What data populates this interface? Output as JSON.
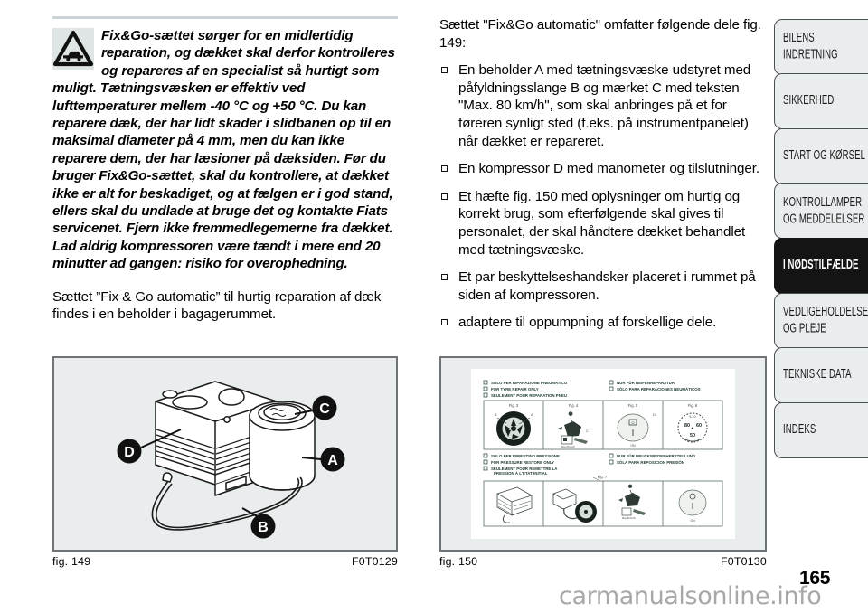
{
  "document": {
    "page_number": "165",
    "watermark": "carmanualsonline.info"
  },
  "left_column": {
    "warning": {
      "icon": "warning-triangle-vehicle-icon",
      "text": "Fix&Go-sættet sørger for en midlertidig reparation, og dækket skal derfor kontrolleres og repareres af en specialist så hurtigt som muligt. Tætningsvæsken er effektiv ved lufttemperaturer mellem -40 °C og +50 °C. Du kan reparere dæk, der har lidt skader i slidbanen op til en maksimal diameter på 4 mm, men du kan ikke reparere dem, der har læsioner på dæksiden. Før du bruger Fix&Go-sættet, skal du kontrollere, at dækket ikke er alt for beskadiget, og at fælgen er i god stand, ellers skal du undlade at bruge det og kontakte Fiats servicenet. Fjern ikke fremmedlegemerne fra dækket. Lad aldrig kompressoren være tændt i mere end 20 minutter ad gangen: risiko for overophedning."
    },
    "paragraph": "Sættet ”Fix & Go automatic” til hurtig reparation af dæk findes i en beholder i bagagerummet.",
    "figure": {
      "caption": "fig. 149",
      "code": "F0T0129",
      "callouts": [
        "A",
        "B",
        "C",
        "D"
      ]
    }
  },
  "right_column": {
    "intro": "Sættet \"Fix&Go automatic\" omfatter følgende dele fig. 149:",
    "bullets": [
      "En beholder A med tætningsvæske udstyret med påfyldningsslange B og mærket C med teksten \"Max. 80 km/h\", som skal anbringes på et for føreren synligt sted (f.eks. på instrumentpanelet) når dækket er repareret.",
      "En kompressor D med manometer og tilslutninger.",
      "Et hæfte fig. 150 med oplysninger om hurtig og korrekt brug, som efterfølgende skal gives til personalet, der skal håndtere dækket behandlet med tætningsvæske.",
      "Et par beskyttelseshandsker placeret i rummet på siden af kompressoren.",
      "adaptere til oppumpning af forskellige dele."
    ],
    "figure": {
      "caption": "fig. 150",
      "code": "F0T0130",
      "leaflet": {
        "top_headings_left": [
          "SOLO PER RIPARAZIONE PNEUMATICO",
          "FOR TYRE REPAIR ONLY",
          "SEULEMENT POUR REPARATION PNEU"
        ],
        "top_headings_right": [
          "NUR FÜR REIFENREPARATUR",
          "SÓLO PARA REPARACIONES NEUMÁTICOS"
        ],
        "top_panel_labels": [
          "Fig. 3",
          "Fig. 4",
          "Fig. 5",
          "Fig. 6"
        ],
        "bottom_headings_left": [
          "SOLO PER RIPRISTINO PRESSIONE",
          "FOR PRESSURE RESTORE ONLY",
          "SEULEMENT POUR REMETTRE LA PRESSION À L'ETAT INITIAL"
        ],
        "bottom_headings_right": [
          "NUR FÜR DRUCKWIEDERHERSTELLUNG",
          "SÓLA PARA REPOSICION PRESIÓN"
        ],
        "bottom_panel_labels": [
          "Fig. 7",
          "",
          "",
          ""
        ]
      }
    }
  },
  "sidebar": {
    "active_index": 4,
    "items": [
      {
        "label": "BILENS INDRETNING",
        "active": false
      },
      {
        "label": "SIKKERHED",
        "active": false
      },
      {
        "label": "START OG KØRSEL",
        "active": false
      },
      {
        "label": "KONTROLLAMPER\nOG MEDDELELSER",
        "active": false
      },
      {
        "label": "I NØDSTILFÆLDE",
        "active": true
      },
      {
        "label": "VEDLIGEHOLDELSE\nOG PLEJE",
        "active": false
      },
      {
        "label": "TEKNISKE DATA",
        "active": false
      },
      {
        "label": "INDEKS",
        "active": false
      }
    ]
  },
  "colors": {
    "panel_fill": "#e9edee",
    "panel_border": "#4a4f52",
    "active_tab_bg": "#141414",
    "rule": "#c9d2d4",
    "watermark": "#a8a8a8"
  }
}
